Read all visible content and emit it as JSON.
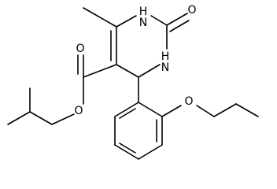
{
  "molecule": {
    "atoms": [
      {
        "id": "n1",
        "label": "H\nN",
        "name": "pyrimidine-n1-atom"
      },
      {
        "id": "n3",
        "label": "H\nN",
        "name": "pyrimidine-n3-atom"
      },
      {
        "id": "o_carbonyl_ring",
        "label": "O",
        "name": "ring-carbonyl-oxygen-atom"
      },
      {
        "id": "o_ester_carbonyl",
        "label": "O",
        "name": "ester-carbonyl-oxygen-atom"
      },
      {
        "id": "o_ester",
        "label": "O",
        "name": "ester-oxygen-atom"
      },
      {
        "id": "o_ether",
        "label": "O",
        "name": "ether-oxygen-atom"
      }
    ]
  },
  "labels": {
    "n1_h": "H",
    "n1_n": "N",
    "n3_h": "H",
    "n3_n": "N",
    "o_ring": "O",
    "o_ester_carbonyl": "O",
    "o_ester": "O",
    "o_ether": "O"
  }
}
